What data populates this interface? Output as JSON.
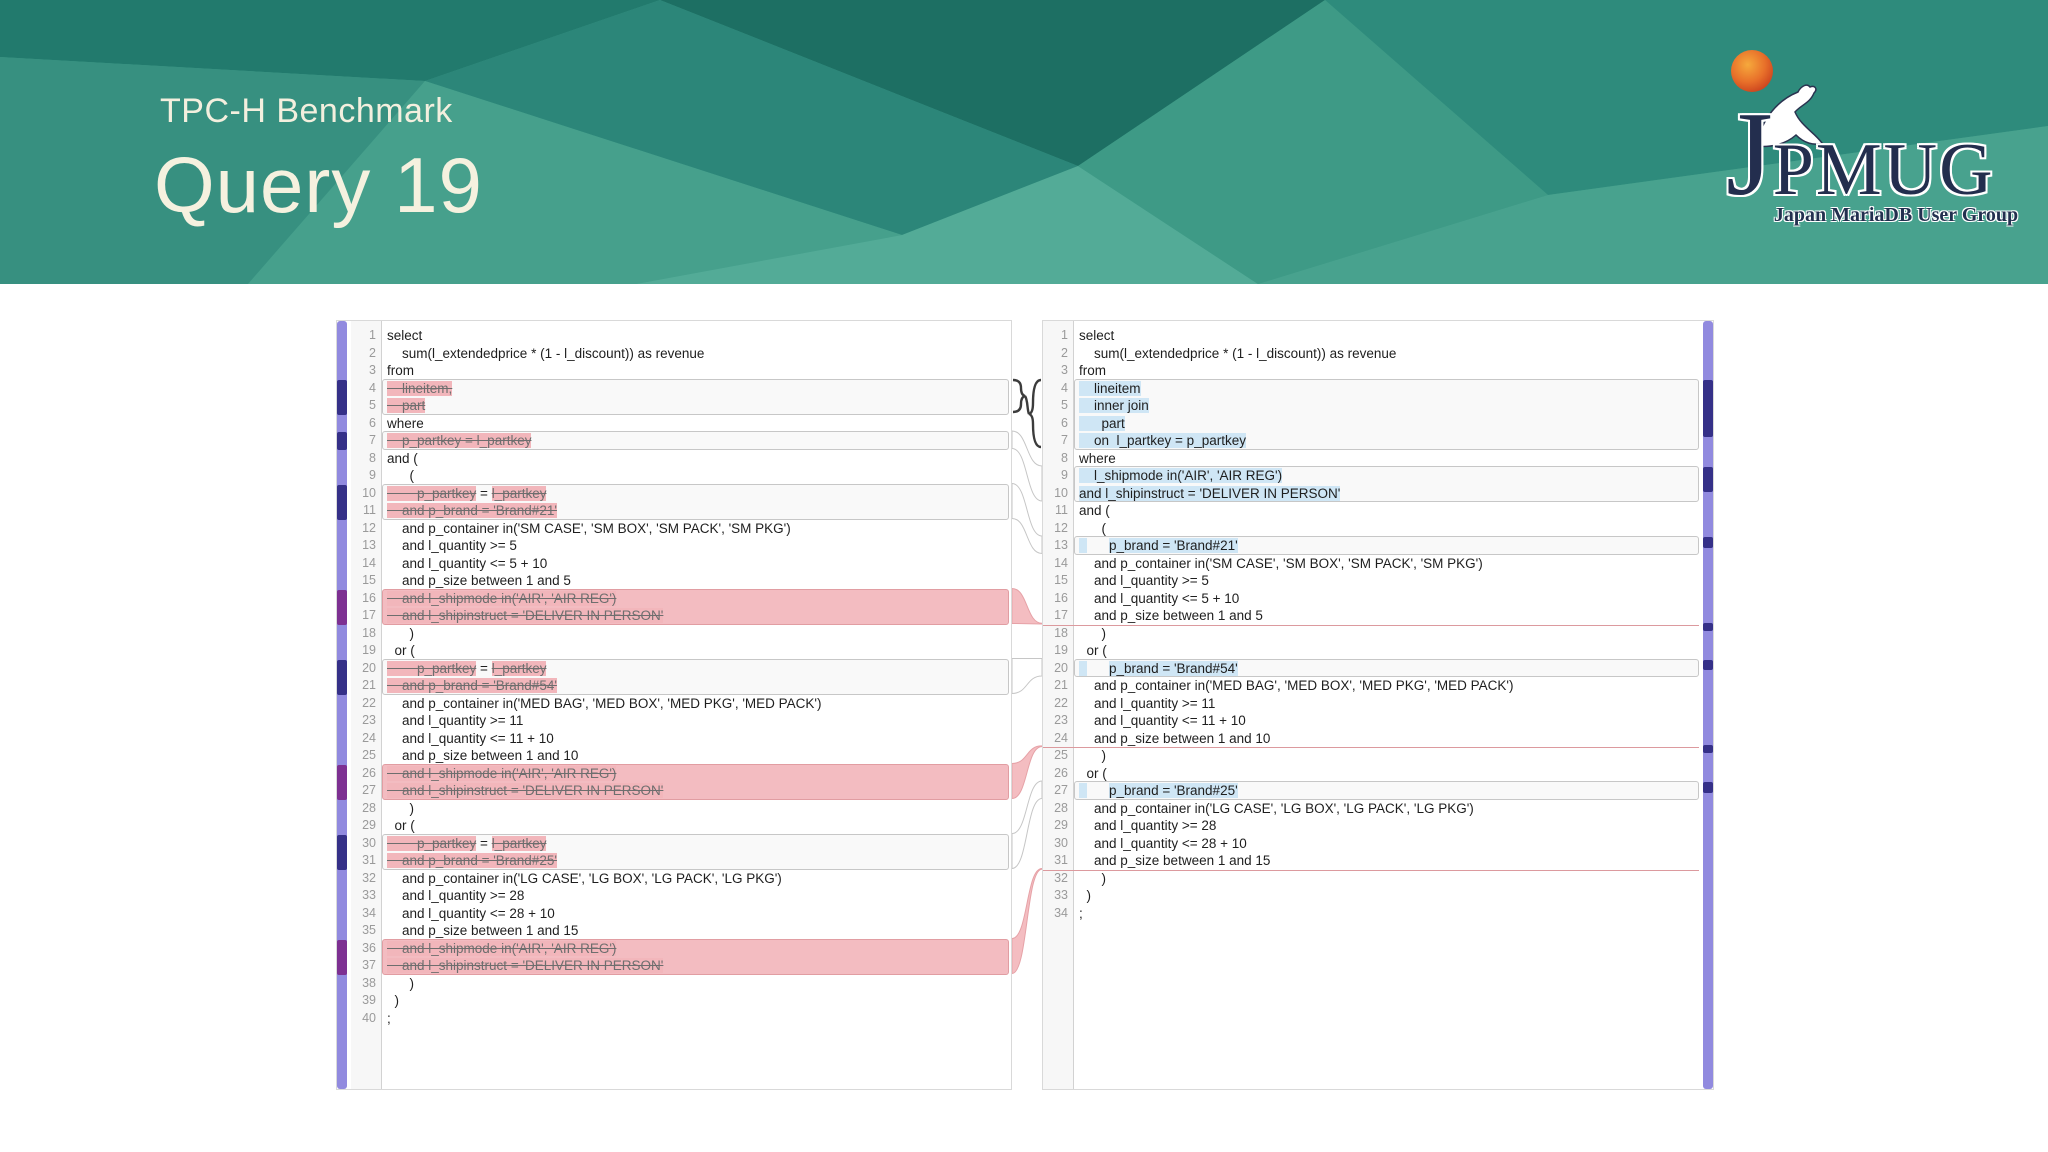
{
  "header": {
    "title_small": "TPC-H Benchmark",
    "title_large": "Query 19"
  },
  "logo": {
    "initial": "J",
    "rest": "PMUG",
    "subtitle": "Japan MariaDB User Group"
  },
  "colors": {
    "header_teal": "#3F9A87",
    "header_dark": "#1D6F63",
    "header_light": "#53AB97",
    "title_cream": "#F5F1DF",
    "deleted_bg": "#F2B6BB",
    "added_bg": "#CFE6F5",
    "group_border": "#C7C7C7",
    "pink_border": "#E19DA2",
    "overview_track": "#918ADF",
    "overview_navy": "#353088",
    "overview_magenta": "#7D3092",
    "collapse_red": "#DC9A9E"
  },
  "left_pane": {
    "lines": [
      {
        "n": 1,
        "s": [
          [
            "select",
            "n"
          ]
        ]
      },
      {
        "n": 2,
        "s": [
          [
            "    sum(l_extendedprice * (1 - l_discount)) as revenue",
            "n"
          ]
        ]
      },
      {
        "n": 3,
        "s": [
          [
            "from",
            "n"
          ]
        ]
      },
      {
        "n": 4,
        "s": [
          [
            "    lineitem,",
            "d"
          ]
        ]
      },
      {
        "n": 5,
        "s": [
          [
            "    part",
            "d"
          ]
        ]
      },
      {
        "n": 6,
        "s": [
          [
            "where",
            "n"
          ]
        ]
      },
      {
        "n": 7,
        "s": [
          [
            "    p_partkey = l_partkey",
            "d"
          ]
        ]
      },
      {
        "n": 8,
        "s": [
          [
            "and (",
            "n"
          ]
        ]
      },
      {
        "n": 9,
        "s": [
          [
            "      (",
            "n"
          ]
        ]
      },
      {
        "n": 10,
        "s": [
          [
            "        p_partkey",
            "d"
          ],
          [
            " = ",
            "n"
          ],
          [
            "l_partkey",
            "d"
          ]
        ]
      },
      {
        "n": 11,
        "s": [
          [
            "    and p_brand = 'Brand#21'",
            "d"
          ]
        ]
      },
      {
        "n": 12,
        "s": [
          [
            "    and p_container in('SM CASE', 'SM BOX', 'SM PACK', 'SM PKG')",
            "n"
          ]
        ]
      },
      {
        "n": 13,
        "s": [
          [
            "    and l_quantity >= 5",
            "n"
          ]
        ]
      },
      {
        "n": 14,
        "s": [
          [
            "    and l_quantity <= 5 + 10",
            "n"
          ]
        ]
      },
      {
        "n": 15,
        "s": [
          [
            "    and p_size between 1 and 5",
            "n"
          ]
        ]
      },
      {
        "n": 16,
        "s": [
          [
            "    and l_shipmode in('AIR', 'AIR REG')",
            "d"
          ]
        ]
      },
      {
        "n": 17,
        "s": [
          [
            "    and l_shipinstruct = 'DELIVER IN PERSON'",
            "d"
          ]
        ]
      },
      {
        "n": 18,
        "s": [
          [
            "      )",
            "n"
          ]
        ]
      },
      {
        "n": 19,
        "s": [
          [
            "  or (",
            "n"
          ]
        ]
      },
      {
        "n": 20,
        "s": [
          [
            "        p_partkey",
            "d"
          ],
          [
            " = ",
            "n"
          ],
          [
            "l_partkey",
            "d"
          ]
        ]
      },
      {
        "n": 21,
        "s": [
          [
            "    and p_brand = 'Brand#54'",
            "d"
          ]
        ]
      },
      {
        "n": 22,
        "s": [
          [
            "    and p_container in('MED BAG', 'MED BOX', 'MED PKG', 'MED PACK')",
            "n"
          ]
        ]
      },
      {
        "n": 23,
        "s": [
          [
            "    and l_quantity >= 11",
            "n"
          ]
        ]
      },
      {
        "n": 24,
        "s": [
          [
            "    and l_quantity <= 11 + 10",
            "n"
          ]
        ]
      },
      {
        "n": 25,
        "s": [
          [
            "    and p_size between 1 and 10",
            "n"
          ]
        ]
      },
      {
        "n": 26,
        "s": [
          [
            "    and l_shipmode in('AIR', 'AIR REG')",
            "d"
          ]
        ]
      },
      {
        "n": 27,
        "s": [
          [
            "    and l_shipinstruct = 'DELIVER IN PERSON'",
            "d"
          ]
        ]
      },
      {
        "n": 28,
        "s": [
          [
            "      )",
            "n"
          ]
        ]
      },
      {
        "n": 29,
        "s": [
          [
            "  or (",
            "n"
          ]
        ]
      },
      {
        "n": 30,
        "s": [
          [
            "        p_partkey",
            "d"
          ],
          [
            " = ",
            "n"
          ],
          [
            "l_partkey",
            "d"
          ]
        ]
      },
      {
        "n": 31,
        "s": [
          [
            "    and p_brand = 'Brand#25'",
            "d"
          ]
        ]
      },
      {
        "n": 32,
        "s": [
          [
            "    and p_container in('LG CASE', 'LG BOX', 'LG PACK', 'LG PKG')",
            "n"
          ]
        ]
      },
      {
        "n": 33,
        "s": [
          [
            "    and l_quantity >= 28",
            "n"
          ]
        ]
      },
      {
        "n": 34,
        "s": [
          [
            "    and l_quantity <= 28 + 10",
            "n"
          ]
        ]
      },
      {
        "n": 35,
        "s": [
          [
            "    and p_size between 1 and 15",
            "n"
          ]
        ]
      },
      {
        "n": 36,
        "s": [
          [
            "    and l_shipmode in('AIR', 'AIR REG')",
            "d"
          ]
        ]
      },
      {
        "n": 37,
        "s": [
          [
            "    and l_shipinstruct = 'DELIVER IN PERSON'",
            "d"
          ]
        ]
      },
      {
        "n": 38,
        "s": [
          [
            "      )",
            "n"
          ]
        ]
      },
      {
        "n": 39,
        "s": [
          [
            "  )",
            "n"
          ]
        ]
      },
      {
        "n": 40,
        "s": [
          [
            ";",
            "n"
          ]
        ]
      }
    ],
    "groups": [
      {
        "from": 4,
        "to": 5,
        "kind": "box"
      },
      {
        "from": 7,
        "to": 7,
        "kind": "box"
      },
      {
        "from": 10,
        "to": 11,
        "kind": "box"
      },
      {
        "from": 16,
        "to": 17,
        "kind": "pinkbox"
      },
      {
        "from": 20,
        "to": 21,
        "kind": "box"
      },
      {
        "from": 26,
        "to": 27,
        "kind": "pinkbox"
      },
      {
        "from": 30,
        "to": 31,
        "kind": "box"
      },
      {
        "from": 36,
        "to": 37,
        "kind": "pinkbox"
      }
    ],
    "marks": [
      {
        "f": 4,
        "t": 6,
        "c": "navy"
      },
      {
        "f": 7,
        "t": 8,
        "c": "navy"
      },
      {
        "f": 10,
        "t": 12,
        "c": "navy"
      },
      {
        "f": 16,
        "t": 18,
        "c": "mag"
      },
      {
        "f": 20,
        "t": 22,
        "c": "navy"
      },
      {
        "f": 26,
        "t": 28,
        "c": "mag"
      },
      {
        "f": 30,
        "t": 32,
        "c": "navy"
      },
      {
        "f": 36,
        "t": 38,
        "c": "mag"
      }
    ]
  },
  "right_pane": {
    "lines": [
      {
        "n": 1,
        "s": [
          [
            "select",
            "n"
          ]
        ]
      },
      {
        "n": 2,
        "s": [
          [
            "    sum(l_extendedprice * (1 - l_discount)) as revenue",
            "n"
          ]
        ]
      },
      {
        "n": 3,
        "s": [
          [
            "from",
            "n"
          ]
        ]
      },
      {
        "n": 4,
        "s": [
          [
            "    lineitem",
            "a"
          ]
        ]
      },
      {
        "n": 5,
        "s": [
          [
            "    inner join",
            "a"
          ]
        ]
      },
      {
        "n": 6,
        "s": [
          [
            "      part",
            "a"
          ]
        ]
      },
      {
        "n": 7,
        "s": [
          [
            "    on  l_partkey = p_partkey",
            "a"
          ]
        ]
      },
      {
        "n": 8,
        "s": [
          [
            "where",
            "n"
          ]
        ]
      },
      {
        "n": 9,
        "s": [
          [
            "    l_shipmode in('AIR', 'AIR REG')",
            "a"
          ]
        ]
      },
      {
        "n": 10,
        "s": [
          [
            "and l_shipinstruct = 'DELIVER IN PERSON'",
            "a"
          ]
        ]
      },
      {
        "n": 11,
        "s": [
          [
            "and (",
            "n"
          ]
        ]
      },
      {
        "n": 12,
        "s": [
          [
            "      (",
            "n"
          ]
        ]
      },
      {
        "n": 13,
        "s": [
          [
            "  ",
            "a"
          ],
          [
            "      ",
            "n"
          ],
          [
            "p_brand = 'Brand#21'",
            "a"
          ]
        ]
      },
      {
        "n": 14,
        "s": [
          [
            "    and p_container in('SM CASE', 'SM BOX', 'SM PACK', 'SM PKG')",
            "n"
          ]
        ]
      },
      {
        "n": 15,
        "s": [
          [
            "    and l_quantity >= 5",
            "n"
          ]
        ]
      },
      {
        "n": 16,
        "s": [
          [
            "    and l_quantity <= 5 + 10",
            "n"
          ]
        ]
      },
      {
        "n": 17,
        "s": [
          [
            "    and p_size between 1 and 5",
            "n"
          ]
        ]
      },
      {
        "n": 18,
        "s": [
          [
            "      )",
            "n"
          ]
        ]
      },
      {
        "n": 19,
        "s": [
          [
            "  or (",
            "n"
          ]
        ]
      },
      {
        "n": 20,
        "s": [
          [
            "  ",
            "a"
          ],
          [
            "      ",
            "n"
          ],
          [
            "p_brand = 'Brand#54'",
            "a"
          ]
        ]
      },
      {
        "n": 21,
        "s": [
          [
            "    and p_container in('MED BAG', 'MED BOX', 'MED PKG', 'MED PACK')",
            "n"
          ]
        ]
      },
      {
        "n": 22,
        "s": [
          [
            "    and l_quantity >= 11",
            "n"
          ]
        ]
      },
      {
        "n": 23,
        "s": [
          [
            "    and l_quantity <= 11 + 10",
            "n"
          ]
        ]
      },
      {
        "n": 24,
        "s": [
          [
            "    and p_size between 1 and 10",
            "n"
          ]
        ]
      },
      {
        "n": 25,
        "s": [
          [
            "      )",
            "n"
          ]
        ]
      },
      {
        "n": 26,
        "s": [
          [
            "  or (",
            "n"
          ]
        ]
      },
      {
        "n": 27,
        "s": [
          [
            "  ",
            "a"
          ],
          [
            "      ",
            "n"
          ],
          [
            "p_brand = 'Brand#25'",
            "a"
          ]
        ]
      },
      {
        "n": 28,
        "s": [
          [
            "    and p_container in('LG CASE', 'LG BOX', 'LG PACK', 'LG PKG')",
            "n"
          ]
        ]
      },
      {
        "n": 29,
        "s": [
          [
            "    and l_quantity >= 28",
            "n"
          ]
        ]
      },
      {
        "n": 30,
        "s": [
          [
            "    and l_quantity <= 28 + 10",
            "n"
          ]
        ]
      },
      {
        "n": 31,
        "s": [
          [
            "    and p_size between 1 and 15",
            "n"
          ]
        ]
      },
      {
        "n": 32,
        "s": [
          [
            "      )",
            "n"
          ]
        ]
      },
      {
        "n": 33,
        "s": [
          [
            "  )",
            "n"
          ]
        ]
      },
      {
        "n": 34,
        "s": [
          [
            ";",
            "n"
          ]
        ]
      }
    ],
    "groups": [
      {
        "from": 4,
        "to": 7,
        "kind": "box"
      },
      {
        "from": 9,
        "to": 10,
        "kind": "box"
      },
      {
        "from": 13,
        "to": 13,
        "kind": "box"
      },
      {
        "from": 20,
        "to": 20,
        "kind": "box"
      },
      {
        "from": 27,
        "to": 27,
        "kind": "box"
      }
    ],
    "collapse_after": [
      17,
      24,
      31
    ],
    "marks": [
      {
        "f": 4,
        "t": 7.3,
        "c": "navy"
      },
      {
        "f": 9,
        "t": 10.4,
        "c": "navy"
      },
      {
        "f": 13,
        "t": 13.6,
        "c": "navy"
      },
      {
        "f": 17.9,
        "t": 18.35,
        "c": "navy"
      },
      {
        "f": 20,
        "t": 20.6,
        "c": "navy"
      },
      {
        "f": 24.9,
        "t": 25.35,
        "c": "navy"
      },
      {
        "f": 27,
        "t": 27.6,
        "c": "navy"
      }
    ]
  }
}
